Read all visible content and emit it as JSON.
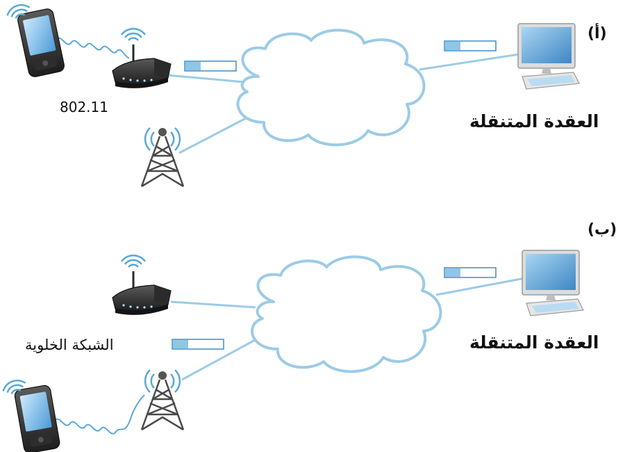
{
  "panel_a": {
    "label": "(أ)",
    "wifi_label": "802.11",
    "node_label": "العقدة المتنقلة"
  },
  "panel_b": {
    "label": "(ب)",
    "cell_label": "الشبكة الخلوية",
    "node_label": "العقدة المتنقلة"
  },
  "colors": {
    "link": "#9ccbe6",
    "cloud_outline": "#9ccbe6",
    "bar_fill": "#8ec6e6",
    "bar_outline": "#3a8fc8",
    "wave": "#5aa8d6",
    "device_dark": "#3a3a3a",
    "screen": "#7fb7e0"
  }
}
